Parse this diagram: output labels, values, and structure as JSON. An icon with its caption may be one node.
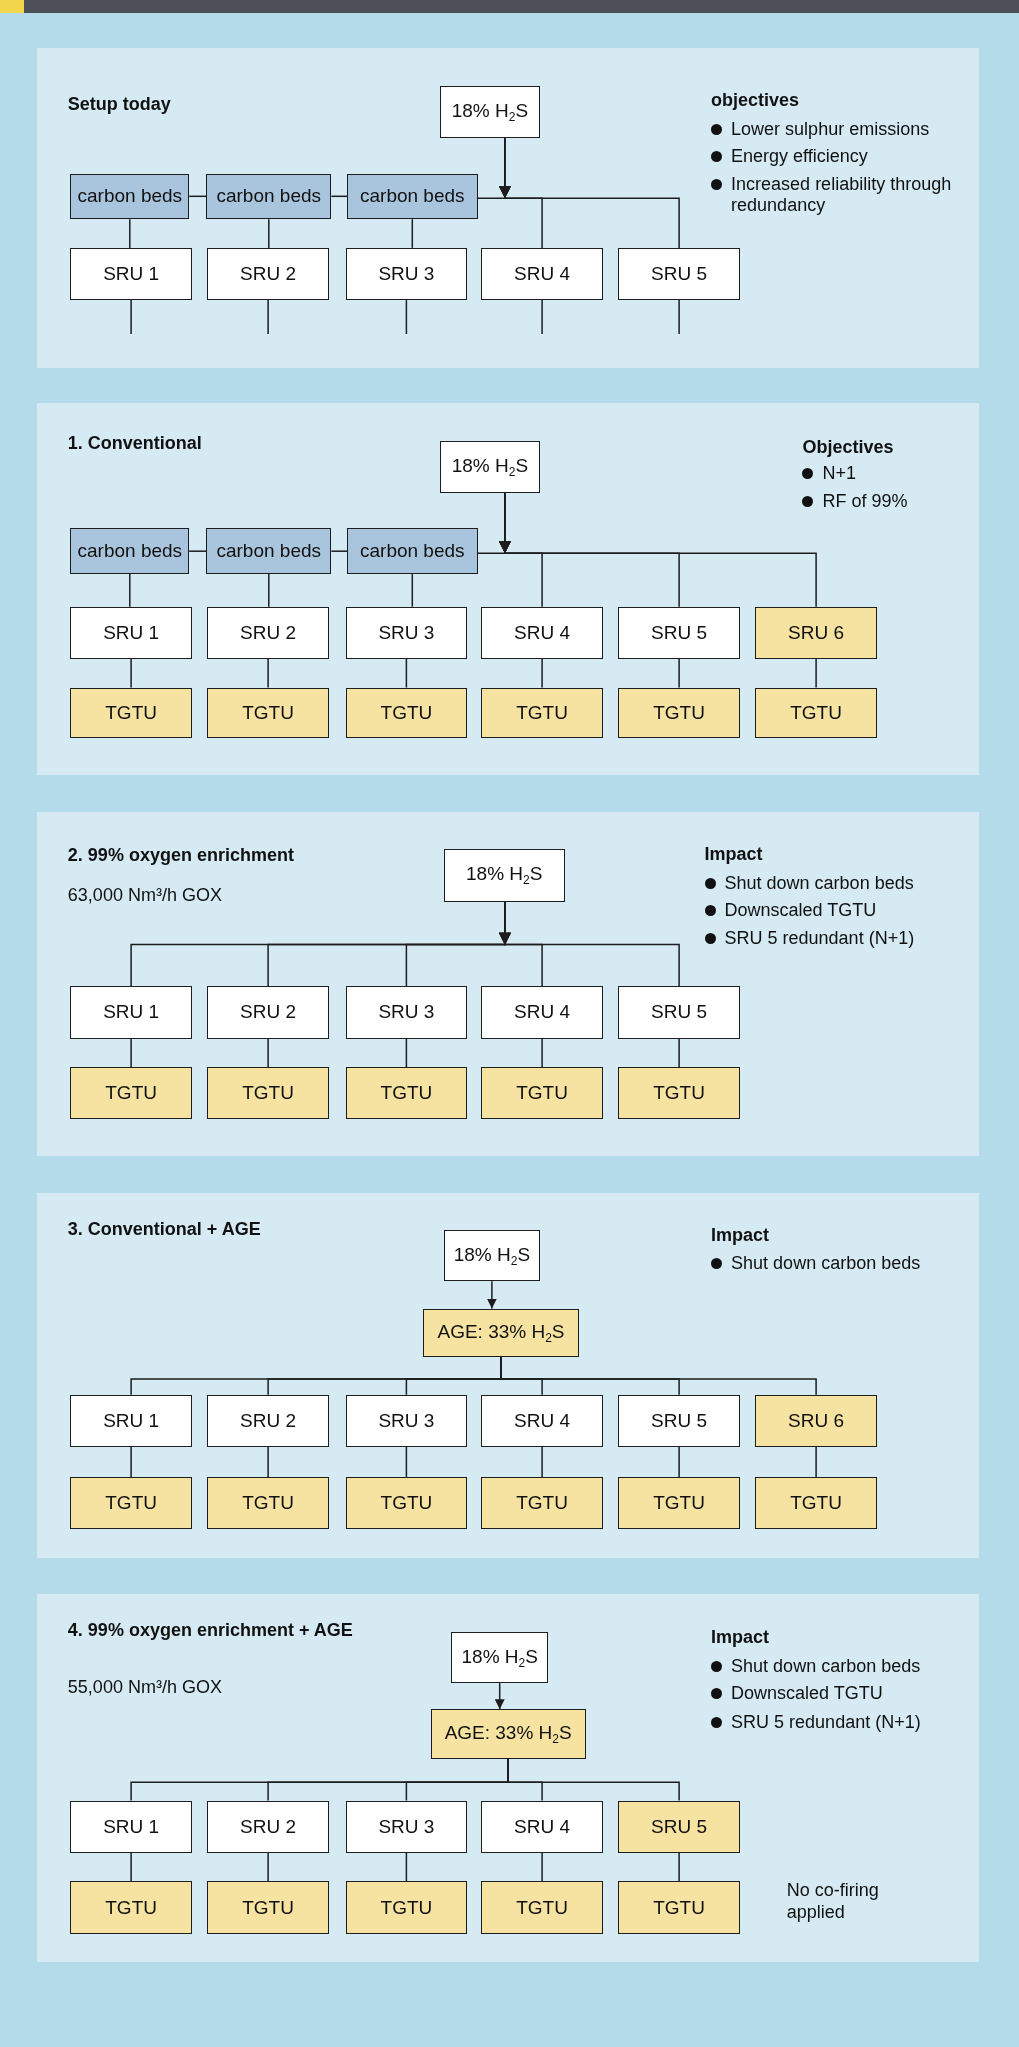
{
  "diagram": {
    "nodes": [
      {
        "text": [
          "Setup today"
        ]
      },
      {
        "text": [
          "18% H$_{2}$S"
        ],
        "in": 0
      },
      {
        "text": [
          "carbon beds"
        ],
        "in": 0
      },
      {
        "text": [
          "carbon beds"
        ],
        "in": 0
      },
      {
        "text": [
          "carbon beds"
        ],
        "in": 0
      },
      {
        "text": [
          "SRU 1"
        ],
        "in": 0
      },
      {
        "text": [
          "SRU 2"
        ],
        "in": 0
      },
      {
        "text": [
          "SRU 3"
        ],
        "in": 0
      },
      {
        "text": [
          "SRU 4"
        ],
        "in": 0
      },
      {
        "text": [
          "SRU 5"
        ],
        "in": 0
      },
      {
        "text": [
          "1. Conventional"
        ]
      },
      {
        "text": [
          "18% H$_{2}$S"
        ],
        "in": 10
      },
      {
        "text": [
          "carbon beds"
        ],
        "in": 10
      },
      {
        "text": [
          "carbon beds"
        ],
        "in": 10
      },
      {
        "text": [
          "carbon beds"
        ],
        "in": 10
      },
      {
        "text": [
          "SRU 1"
        ],
        "in": 10
      },
      {
        "text": [
          "SRU 2"
        ],
        "in": 10
      },
      {
        "text": [
          "SRU 3"
        ],
        "in": 10
      },
      {
        "text": [
          "SRU 4"
        ],
        "in": 10
      },
      {
        "text": [
          "SRU 5"
        ],
        "in": 10
      },
      {
        "text": [
          "SRU 6"
        ],
        "in": 10
      },
      {
        "text": [
          "TGTU"
        ],
        "in": 10
      },
      {
        "text": [
          "TGTU"
        ],
        "in": 10
      },
      {
        "text": [
          "TGTU"
        ],
        "in": 10
      },
      {
        "text": [
          "TGTU"
        ],
        "in": 10
      },
      {
        "text": [
          "TGTU"
        ],
        "in": 10
      },
      {
        "text": [
          "TGTU"
        ],
        "in": 10
      },
      {
        "text": [
          "2. 99% oxygen enrichment"
        ]
      },
      {
        "text": [
          "18% H$_{2}$S"
        ],
        "in": 27
      },
      {
        "text": [
          "SRU 1"
        ],
        "in": 27
      },
      {
        "text": [
          "SRU 2"
        ],
        "in": 27
      },
      {
        "text": [
          "SRU 3"
        ],
        "in": 27
      },
      {
        "text": [
          "SRU 4"
        ],
        "in": 27
      },
      {
        "text": [
          "SRU 5"
        ],
        "in": 27
      },
      {
        "text": [
          "TGTU"
        ],
        "in": 27
      },
      {
        "text": [
          "TGTU"
        ],
        "in": 27
      },
      {
        "text": [
          "TGTU"
        ],
        "in": 27
      },
      {
        "text": [
          "TGTU"
        ],
        "in": 27
      },
      {
        "text": [
          "TGTU"
        ],
        "in": 27
      },
      {
        "text": [
          "3. Conventional + AGE"
        ]
      },
      {
        "text": [
          "18% H$_{2}$S"
        ],
        "in": 39
      },
      {
        "text": [
          "AGE: 33% H$_{2}$S"
        ],
        "in": 39
      },
      {
        "text": [
          "SRU 1"
        ],
        "in": 39
      },
      {
        "text": [
          "SRU 2"
        ],
        "in": 39
      },
      {
        "text": [
          "SRU 3"
        ],
        "in": 39
      },
      {
        "text": [
          "SRU 4"
        ],
        "in": 39
      },
      {
        "text": [
          "SRU 5"
        ],
        "in": 39
      },
      {
        "text": [
          "SRU 6"
        ],
        "in": 39
      },
      {
        "text": [
          "TGTU"
        ],
        "in": 39
      },
      {
        "text": [
          "TGTU"
        ],
        "in": 39
      },
      {
        "text": [
          "TGTU"
        ],
        "in": 39
      },
      {
        "text": [
          "TGTU"
        ],
        "in": 39
      },
      {
        "text": [
          "TGTU"
        ],
        "in": 39
      },
      {
        "text": [
          "TGTU"
        ],
        "in": 39
      },
      {
        "text": [
          "4. 99% oxygen enrichment + AGE"
        ]
      },
      {
        "text": [
          "18% H$_{2}$S"
        ],
        "in": 54
      },
      {
        "text": [
          "AGE: 33% H$_{2}$S"
        ],
        "in": 54
      },
      {
        "text": [
          "SRU 1"
        ],
        "in": 54
      },
      {
        "text": [
          "SRU 2"
        ],
        "in": 54
      },
      {
        "text": [
          "SRU 3"
        ],
        "in": 54
      },
      {
        "text": [
          "SRU 4"
        ],
        "in": 54
      },
      {
        "text": [
          "SRU 5"
        ],
        "in": 54
      },
      {
        "text": [
          "TGTU"
        ],
        "in": 54
      },
      {
        "text": [
          "TGTU"
        ],
        "in": 54
      },
      {
        "text": [
          "TGTU"
        ],
        "in": 54
      },
      {
        "text": [
          "TGTU"
        ],
        "in": 54
      },
      {
        "text": [
          "TGTU"
        ],
        "in": 54
      }
    ],
    "edges": [
      {
        "from": 1,
        "to": 4,
        "arrow": "to"
      },
      {
        "from": 1,
        "to": 8,
        "arrow": "to"
      },
      {
        "from": 1,
        "to": 9,
        "arrow": "to"
      },
      {
        "from": 2,
        "to": 3,
        "arrow": "none"
      },
      {
        "from": 3,
        "to": 4,
        "arrow": "none"
      },
      {
        "from": 2,
        "to": 5,
        "arrow": "none"
      },
      {
        "from": 3,
        "to": 6,
        "arrow": "none"
      },
      {
        "from": 4,
        "to": 7,
        "arrow": "none"
      },
      {
        "from": 5,
        "to": null,
        "arrow": "none"
      },
      {
        "from": 6,
        "to": null,
        "arrow": "none"
      },
      {
        "from": 7,
        "to": null,
        "arrow": "none"
      },
      {
        "from": 8,
        "to": null,
        "arrow": "none"
      },
      {
        "from": 9,
        "to": null,
        "arrow": "none"
      },
      {
        "from": 11,
        "to": 14,
        "arrow": "to"
      },
      {
        "from": 11,
        "to": 18,
        "arrow": "to"
      },
      {
        "from": 11,
        "to": 19,
        "arrow": "to"
      },
      {
        "from": 11,
        "to": 20,
        "arrow": "to"
      },
      {
        "from": 12,
        "to": 13,
        "arrow": "none"
      },
      {
        "from": 13,
        "to": 14,
        "arrow": "none"
      },
      {
        "from": 12,
        "to": 15,
        "arrow": "none"
      },
      {
        "from": 13,
        "to": 16,
        "arrow": "none"
      },
      {
        "from": 14,
        "to": 17,
        "arrow": "none"
      },
      {
        "from": 15,
        "to": 21,
        "arrow": "none"
      },
      {
        "from": 16,
        "to": 22,
        "arrow": "none"
      },
      {
        "from": 17,
        "to": 23,
        "arrow": "none"
      },
      {
        "from": 18,
        "to": 24,
        "arrow": "none"
      },
      {
        "from": 19,
        "to": 25,
        "arrow": "none"
      },
      {
        "from": 20,
        "to": 26,
        "arrow": "none"
      },
      {
        "from": 28,
        "to": 29,
        "arrow": "to"
      },
      {
        "from": 28,
        "to": 30,
        "arrow": "to"
      },
      {
        "from": 28,
        "to": 31,
        "arrow": "to"
      },
      {
        "from": 28,
        "to": 32,
        "arrow": "to"
      },
      {
        "from": 28,
        "to": 33,
        "arrow": "to"
      },
      {
        "from": 29,
        "to": 34,
        "arrow": "none"
      },
      {
        "from": 30,
        "to": 35,
        "arrow": "none"
      },
      {
        "from": 31,
        "to": 36,
        "arrow": "none"
      },
      {
        "from": 32,
        "to": 37,
        "arrow": "none"
      },
      {
        "from": 33,
        "to": 38,
        "arrow": "none"
      },
      {
        "from": 40,
        "to": 41,
        "arrow": "to"
      },
      {
        "from": 41,
        "to": 42,
        "arrow": "none"
      },
      {
        "from": 41,
        "to": 43,
        "arrow": "none"
      },
      {
        "from": 41,
        "to": 44,
        "arrow": "none"
      },
      {
        "from": 41,
        "to": 45,
        "arrow": "none"
      },
      {
        "from": 41,
        "to": 46,
        "arrow": "none"
      },
      {
        "from": 41,
        "to": 47,
        "arrow": "none"
      },
      {
        "from": 42,
        "to": 48,
        "arrow": "none"
      },
      {
        "from": 43,
        "to": 49,
        "arrow": "none"
      },
      {
        "from": 44,
        "to": 50,
        "arrow": "none"
      },
      {
        "from": 45,
        "to": 51,
        "arrow": "none"
      },
      {
        "from": 46,
        "to": 52,
        "arrow": "none"
      },
      {
        "from": 47,
        "to": 53,
        "arrow": "none"
      },
      {
        "from": 55,
        "to": 56,
        "arrow": "to"
      },
      {
        "from": 56,
        "to": 57,
        "arrow": "none"
      },
      {
        "from": 56,
        "to": 58,
        "arrow": "none"
      },
      {
        "from": 56,
        "to": 59,
        "arrow": "none"
      },
      {
        "from": 56,
        "to": 60,
        "arrow": "none"
      },
      {
        "from": 56,
        "to": 61,
        "arrow": "none"
      },
      {
        "from": 57,
        "to": 62,
        "arrow": "none"
      },
      {
        "from": 58,
        "to": 63,
        "arrow": "none"
      },
      {
        "from": 59,
        "to": 64,
        "arrow": "none"
      },
      {
        "from": 60,
        "to": 65,
        "arrow": "none"
      },
      {
        "from": 61,
        "to": 66,
        "arrow": "none"
      }
    ],
    "labels": [
      "objectives",
      "Lower sulphur emissions",
      "Energy efficiency",
      "Increased reliability through redundancy",
      "Objectives",
      "N+1",
      "RF of 99%",
      "63,000 Nm³/h GOX",
      "Impact",
      "Shut down carbon beds",
      "Downscaled TGTU",
      "SRU 5 redundant (N+1)",
      "Impact",
      "Shut down carbon beds",
      "55,000 Nm³/h GOX",
      "Impact",
      "Shut down carbon beds",
      "Downscaled TGTU",
      "SRU 5 redundant (N+1)",
      "No co-firing applied"
    ]
  }
}
